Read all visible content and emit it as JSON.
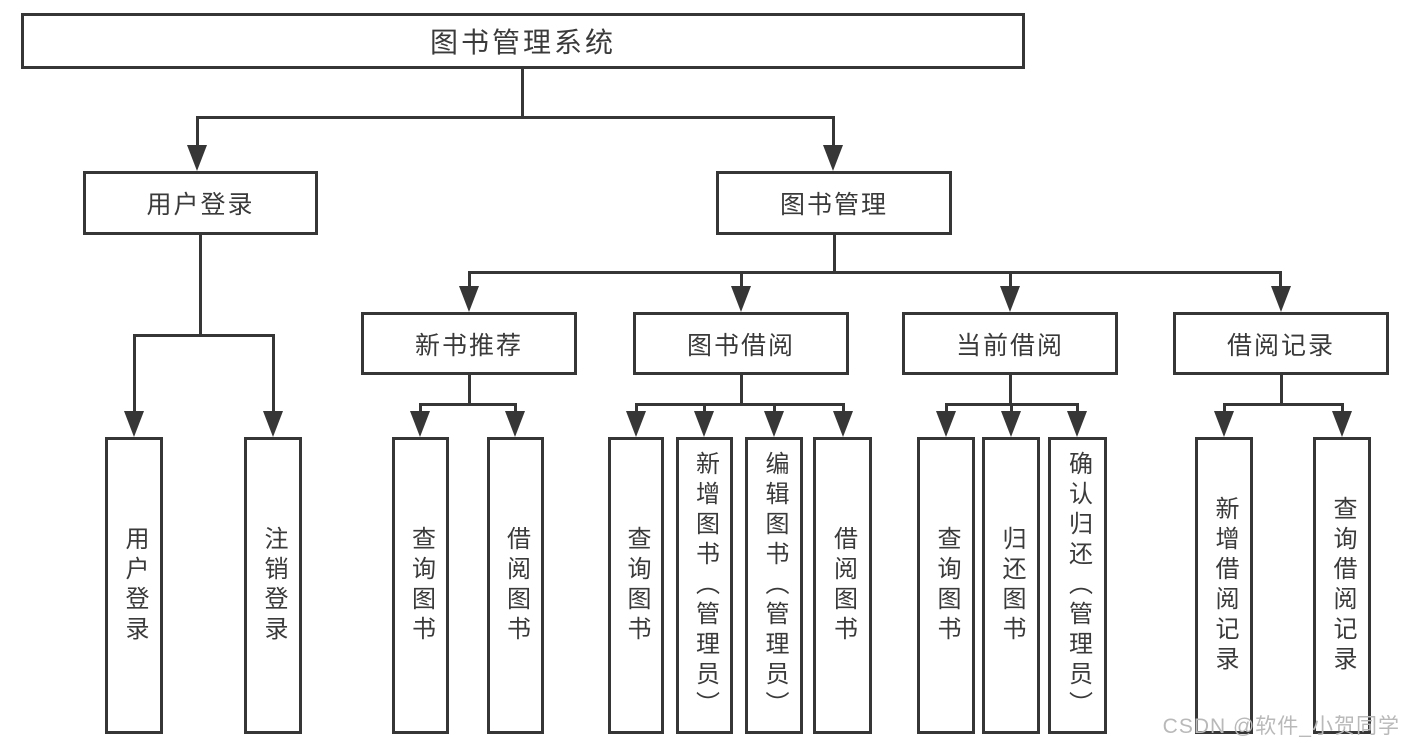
{
  "diagram": {
    "root": {
      "label": "图书管理系统"
    },
    "branches": [
      {
        "label": "用户登录",
        "children": [
          {
            "label": "用户登录"
          },
          {
            "label": "注销登录"
          }
        ]
      },
      {
        "label": "图书管理",
        "children": [
          {
            "label": "新书推荐",
            "children": [
              {
                "label": "查询图书"
              },
              {
                "label": "借阅图书"
              }
            ]
          },
          {
            "label": "图书借阅",
            "children": [
              {
                "label": "查询图书"
              },
              {
                "label": "新增图书（管理员）"
              },
              {
                "label": "编辑图书（管理员）"
              },
              {
                "label": "借阅图书"
              }
            ]
          },
          {
            "label": "当前借阅",
            "children": [
              {
                "label": "查询图书"
              },
              {
                "label": "归还图书"
              },
              {
                "label": "确认归还（管理员）"
              }
            ]
          },
          {
            "label": "借阅记录",
            "children": [
              {
                "label": "新增借阅记录"
              },
              {
                "label": "查询借阅记录"
              }
            ]
          }
        ]
      }
    ]
  },
  "watermark": "CSDN @软件_小贺同学",
  "colors": {
    "line": "#363636",
    "text": "#3a3a3a",
    "background": "#ffffff",
    "watermark": "#b9b9b9"
  }
}
